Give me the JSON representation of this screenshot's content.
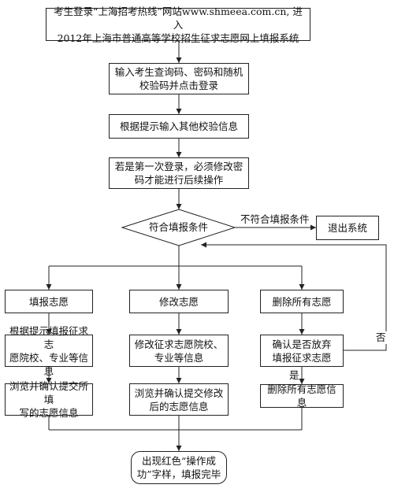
{
  "flowchart": {
    "login_step": "考生登录“上海招考热线”网站www.shmeea.com.cn, 进入\n2012年上海市普通高等学校招生征求志愿网上填报系统",
    "input_credentials": "输入考生查询码、密码和随机\n校验码并点击登录",
    "verify_info": "根据提示输入其他校验信息",
    "first_login": "若是第一次登录，必须修改密\n码才能进行后续操作",
    "decision": "符合填报条件",
    "not_eligible_label": "不符合填报条件",
    "exit_system": "退出系统",
    "fill_volunteer": "填报志愿",
    "modify_volunteer": "修改志愿",
    "delete_all": "删除所有志愿",
    "fill_detail": "根据提示填报征求志\n愿院校、专业等信息",
    "modify_detail": "修改征求志愿院校、\n专业等信息",
    "confirm_abandon": "确认是否放弃\n填报征求志愿",
    "browse_submit_fill": "浏览并确认提交所填\n写的志愿信息",
    "browse_submit_modify": "浏览并确认提交修改\n后的志愿信息",
    "delete_all_info": "删除所有志愿信息",
    "yes_label": "是",
    "no_label": "否",
    "success": "出现红色“操作成\n功”字样，填报完毕"
  }
}
